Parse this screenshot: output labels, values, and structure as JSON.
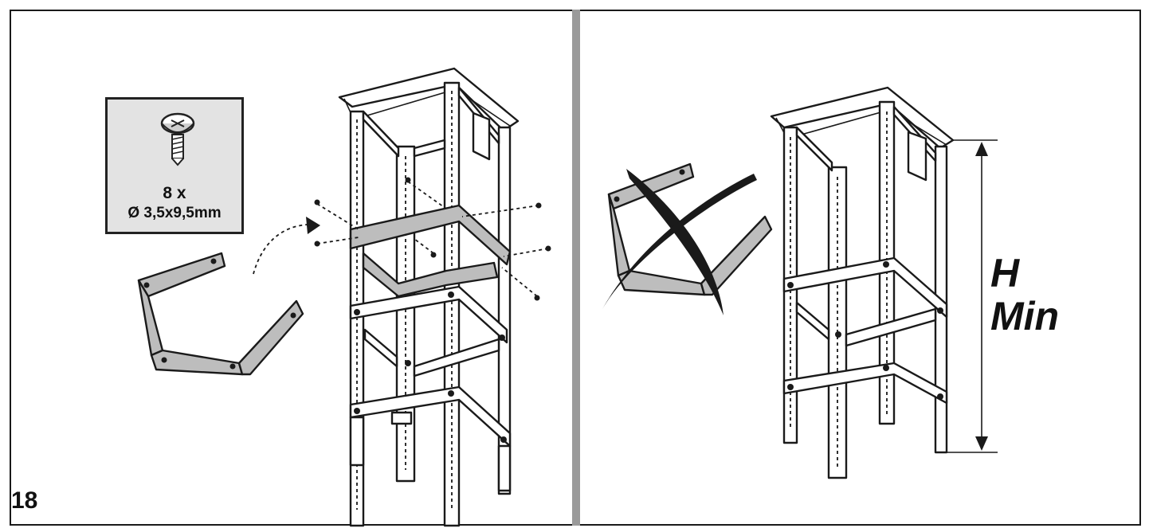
{
  "step": {
    "number": "18"
  },
  "screw_box": {
    "quantity": "8 x",
    "size": "Ø 3,5x9,5mm",
    "icon": "screw-icon"
  },
  "height_label": {
    "line1": "H",
    "line2": "Min"
  },
  "icons": {
    "wrong": "cross-mark-icon",
    "arrow": "curved-arrow-icon"
  },
  "colors": {
    "line": "#1a1a1a",
    "fill_grey": "#bdbdbd",
    "box_grey": "#e3e3e3",
    "divider": "#9a9a9a"
  }
}
